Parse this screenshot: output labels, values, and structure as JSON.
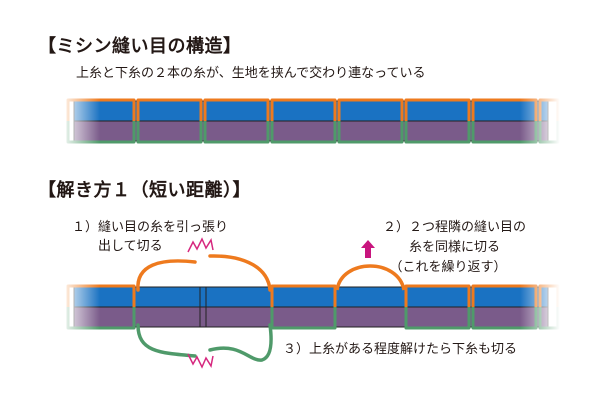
{
  "section1": {
    "title": "【ミシン縫い目の構造】",
    "description": "上糸と下糸の２本の糸が、生地を挟んで交わり連なっている"
  },
  "section2": {
    "title": "【解き方１（短い距離）】",
    "step1": [
      "１）縫い目の糸を引っ張り",
      "　　出して切る"
    ],
    "step2": [
      "２）２つ程隣の縫い目の",
      "　　糸を同様に切る",
      "　（これを繰り返す）"
    ],
    "step3": "３）上糸がある程度解けたら下糸も切る"
  },
  "colors": {
    "upper_thread": "#ee7a1e",
    "lower_thread": "#4f9a6a",
    "fabric_top": "#1a72c2",
    "fabric_bottom": "#7a5b8a",
    "cut_mark": "#d6287f",
    "arrow": "#c8157e"
  }
}
